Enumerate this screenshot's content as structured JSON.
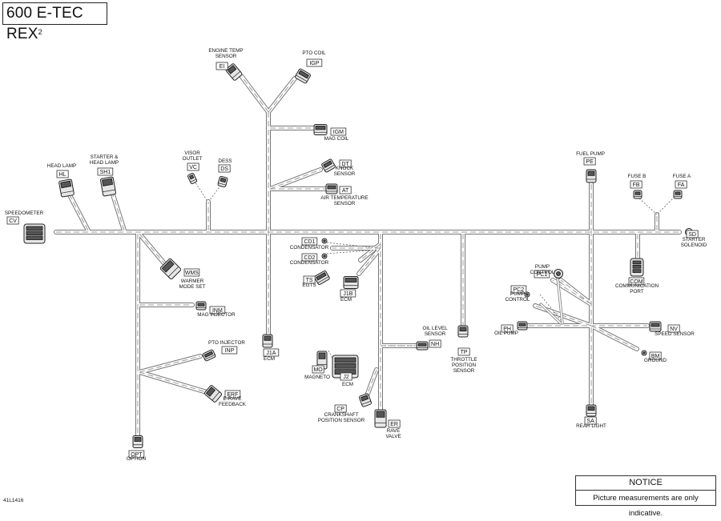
{
  "title": "600 E-TEC REX",
  "title_sup": "2",
  "notice": {
    "heading": "NOTICE",
    "text": "Picture measurements are only indicative."
  },
  "doc_number": "41L1416",
  "components": [
    {
      "id": "c-ei",
      "code": "EI",
      "label": [
        "ENGINE TEMP",
        "SENSOR"
      ]
    },
    {
      "id": "c-igp",
      "code": "IGP",
      "label": [
        "PTO COIL"
      ]
    },
    {
      "id": "c-igm",
      "code": "IGM",
      "label": [
        "MAG COIL"
      ]
    },
    {
      "id": "c-dt",
      "code": "DT",
      "label": [
        "KNOCK",
        "SENSOR"
      ]
    },
    {
      "id": "c-at",
      "code": "AT",
      "label": [
        "AIR TEMPERATURE",
        "SENSOR"
      ]
    },
    {
      "id": "c-vc",
      "code": "VC",
      "label": [
        "VISOR",
        "OUTLET"
      ]
    },
    {
      "id": "c-ds",
      "code": "DS",
      "label": [
        "DESS"
      ]
    },
    {
      "id": "c-hl",
      "code": "HL",
      "label": [
        "HEAD LAMP"
      ]
    },
    {
      "id": "c-sh1",
      "code": "SH1",
      "label": [
        "STARTER &",
        "HEAD LAMP"
      ]
    },
    {
      "id": "c-cv",
      "code": "CV",
      "label": [
        "SPEEDOMETER"
      ]
    },
    {
      "id": "c-wms",
      "code": "WMS",
      "label": [
        "WARMER",
        "MODE SET"
      ]
    },
    {
      "id": "c-inm",
      "code": "INM",
      "label": [
        "MAG INJECTOR"
      ]
    },
    {
      "id": "c-inp",
      "code": "INP",
      "label": [
        "PTO INJECTOR"
      ]
    },
    {
      "id": "c-erf",
      "code": "ERF",
      "label": [
        "E-RAVE",
        "FEEDBACK"
      ]
    },
    {
      "id": "c-opt",
      "code": "OPT",
      "label": [
        "OPTION"
      ]
    },
    {
      "id": "c-cd1",
      "code": "CD1",
      "label": [
        "CONDENSATOR"
      ]
    },
    {
      "id": "c-cd2",
      "code": "CD2",
      "label": [
        "CONDENSATOR"
      ]
    },
    {
      "id": "c-ts",
      "code": "TS",
      "label": [
        "EGTS"
      ]
    },
    {
      "id": "c-j1b",
      "code": "J1B",
      "label": [
        "ECM"
      ]
    },
    {
      "id": "c-j1a",
      "code": "J1A",
      "label": [
        "ECM"
      ]
    },
    {
      "id": "c-mo",
      "code": "MO",
      "label": [
        "MAGNETO"
      ]
    },
    {
      "id": "c-j2",
      "code": "J2",
      "label": [
        "ECM"
      ]
    },
    {
      "id": "c-cp",
      "code": "CP",
      "label": [
        "CRANKSHAFT",
        "POSITION SENSOR"
      ]
    },
    {
      "id": "c-er",
      "code": "ER",
      "label": [
        "RAVE",
        "VALVE"
      ]
    },
    {
      "id": "c-nh",
      "code": "NH",
      "label": [
        "OIL LEVEL",
        "SENSOR"
      ]
    },
    {
      "id": "c-tp",
      "code": "TP",
      "label": [
        "THROTTLE",
        "POSITION",
        "SENSOR"
      ]
    },
    {
      "id": "c-pe",
      "code": "PE",
      "label": [
        "FUEL PUMP"
      ]
    },
    {
      "id": "c-fb",
      "code": "FB",
      "label": [
        "FUSE B"
      ]
    },
    {
      "id": "c-fa",
      "code": "FA",
      "label": [
        "FUSE A"
      ]
    },
    {
      "id": "c-sd",
      "code": "SD",
      "label": [
        "STARTER",
        "SOLENOID"
      ]
    },
    {
      "id": "c-com",
      "code": "COM",
      "label": [
        "COMMUNICATION",
        "PORT"
      ]
    },
    {
      "id": "c-pc1",
      "code": "PC1",
      "label": [
        "PUMP",
        "CONTROL"
      ]
    },
    {
      "id": "c-pc2",
      "code": "PC2",
      "label": [
        "PUMP",
        "CONTROL"
      ]
    },
    {
      "id": "c-ph",
      "code": "PH",
      "label": [
        "OIL PUMP"
      ]
    },
    {
      "id": "c-nv",
      "code": "NV",
      "label": [
        "SPEED SENSOR"
      ]
    },
    {
      "id": "c-bm",
      "code": "BM",
      "label": [
        "GROUND"
      ]
    },
    {
      "id": "c-sa",
      "code": "SA",
      "label": [
        "REAR LIGHT"
      ]
    }
  ]
}
